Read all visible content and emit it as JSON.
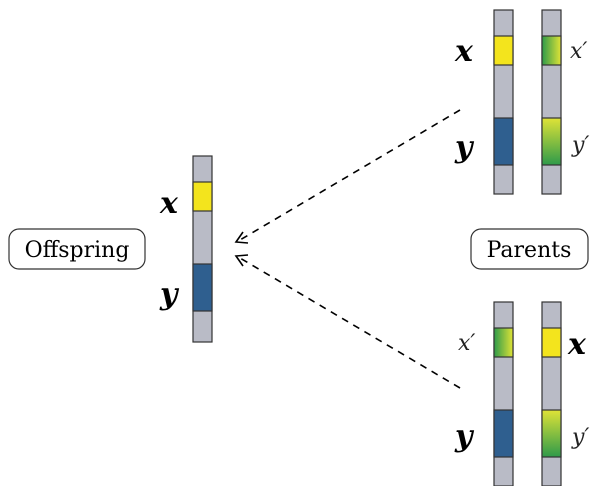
{
  "offspring_label": "Offspring",
  "parents_label": "Parents",
  "locus_x": "x",
  "locus_y": "y",
  "locus_x_prime": "x′",
  "locus_y_prime": "y′",
  "colors": {
    "chromosome_gray": "#b9bbc6",
    "allele_x": "#f3e41d",
    "allele_y": "#2f5f8f",
    "allele_prime_light": "#dfe337",
    "allele_prime_dark": "#2e9a4a",
    "outline": "#333333"
  }
}
